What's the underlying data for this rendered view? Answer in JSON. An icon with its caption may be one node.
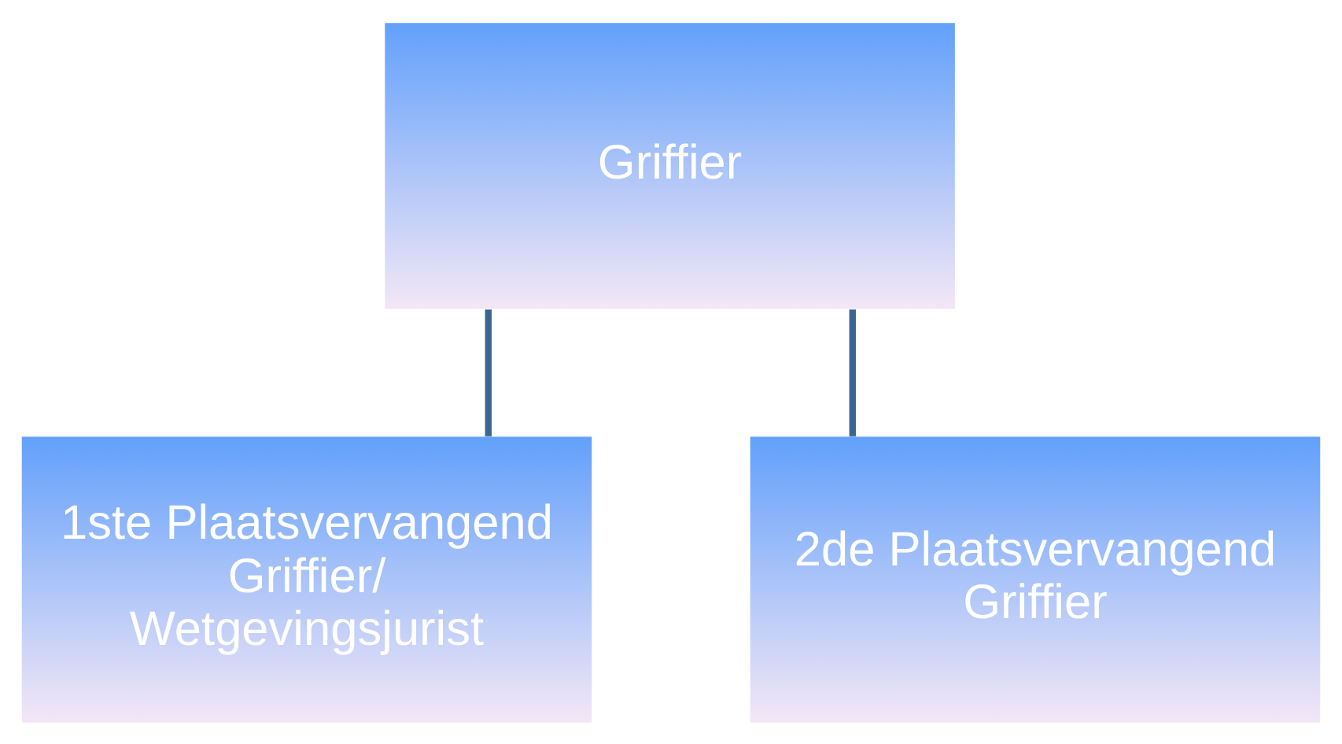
{
  "diagram": {
    "nodes": [
      {
        "text": [
          "Griffier"
        ]
      },
      {
        "text": [
          "1ste Plaatsvervangend Griffier/ Wetgevingsjurist"
        ]
      },
      {
        "text": [
          "2de Plaatsvervangend Griffier"
        ]
      }
    ],
    "edges": [
      {
        "from": 0,
        "to": 1,
        "arrow": "none"
      },
      {
        "from": 0,
        "to": 2,
        "arrow": "none"
      }
    ]
  }
}
